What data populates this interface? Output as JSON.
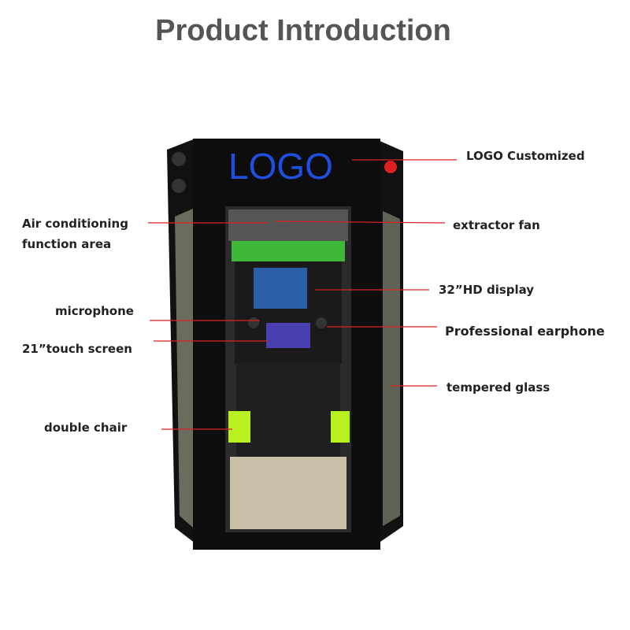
{
  "title": "Product Introduction",
  "booth_logo": "LOGO",
  "labels": {
    "logo_customized": "LOGO Customized",
    "air_conditioning_1": "Air   conditioning",
    "air_conditioning_2": "function area",
    "extractor_fan": "extractor fan",
    "hd_display": "32”HD display",
    "microphone": "microphone",
    "earphone": "Professional earphone",
    "touch_screen": "21”touch screen",
    "tempered_glass": "tempered glass",
    "double_chair": "double chair"
  },
  "colors": {
    "leader_line": "#d22",
    "logo": "#1f4fe0",
    "seat": "#b8f020"
  }
}
